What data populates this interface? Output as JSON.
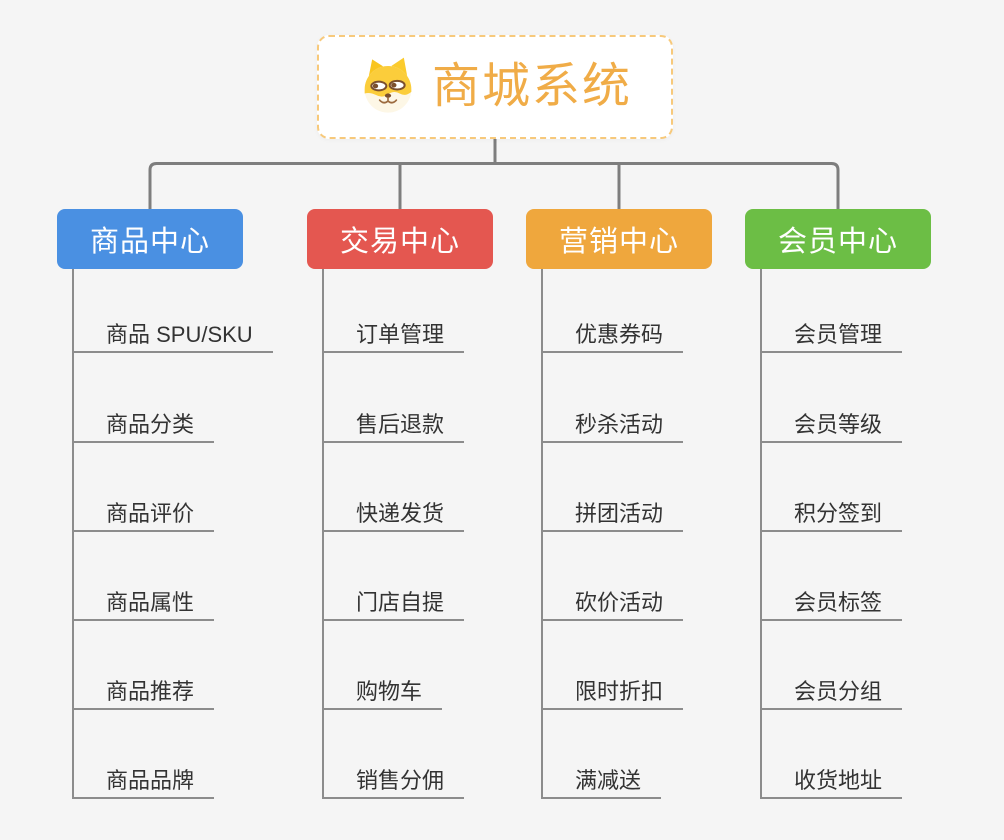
{
  "canvas": {
    "background_color": "#f5f5f5",
    "connector_color": "#7e7e7e",
    "branch_line_color": "#8c8c8c",
    "child_text_color": "#333333"
  },
  "root": {
    "title": "商城系统",
    "icon": "doge-face-icon",
    "title_color": "#f0ac47",
    "border_color": "#f7c97b"
  },
  "branches": [
    {
      "label": "商品中心",
      "color": "#4a90e2",
      "children": [
        "商品 SPU/SKU",
        "商品分类",
        "商品评价",
        "商品属性",
        "商品推荐",
        "商品品牌"
      ]
    },
    {
      "label": "交易中心",
      "color": "#e45750",
      "children": [
        "订单管理",
        "售后退款",
        "快递发货",
        "门店自提",
        "购物车",
        "销售分佣"
      ]
    },
    {
      "label": "营销中心",
      "color": "#efa73d",
      "children": [
        "优惠券码",
        "秒杀活动",
        "拼团活动",
        "砍价活动",
        "限时折扣",
        "满减送"
      ]
    },
    {
      "label": "会员中心",
      "color": "#6cbe45",
      "children": [
        "会员管理",
        "会员等级",
        "积分签到",
        "会员标签",
        "会员分组",
        "收货地址"
      ]
    }
  ]
}
